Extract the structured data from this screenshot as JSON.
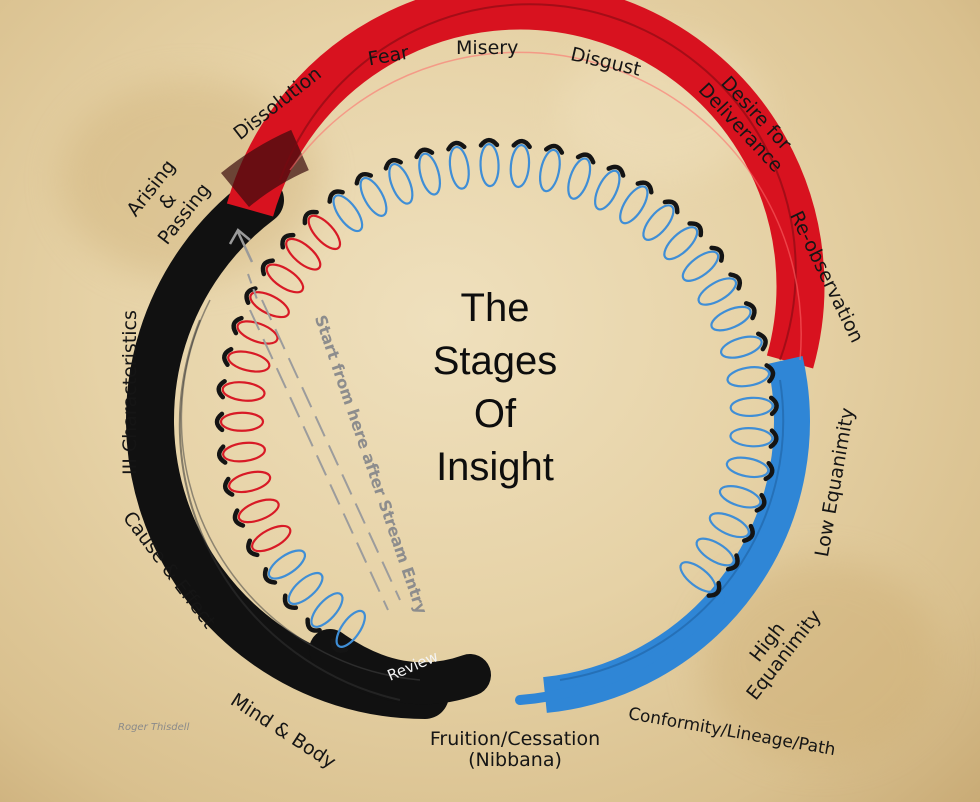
{
  "title_lines": [
    "The",
    "Stages",
    "Of",
    "Insight"
  ],
  "stages": {
    "mind_body": "Mind & Body",
    "cause_effect": "Cause & Effect",
    "three_characteristics": "III Characteristics",
    "arising_passing": [
      "Arising",
      "&",
      "Passing"
    ],
    "dissolution": "Dissolution",
    "fear": "Fear",
    "misery": "Misery",
    "disgust": "Disgust",
    "desire_deliverance": [
      "Desire for",
      "Deliverance"
    ],
    "re_observation": "Re-observation",
    "low_equanimity": "Low Equanimity",
    "high_equanimity": [
      "High",
      "Equanimity"
    ],
    "conformity": "Conformity/Lineage/Path",
    "fruition": [
      "Fruition/Cessation",
      "(Nibbana)"
    ]
  },
  "review_label": "Review",
  "start_note": "Start from here after Stream Entry",
  "credit": "Roger Thisdell",
  "colors": {
    "black_phase": "#111111",
    "red_phase": "#d8121f",
    "blue_phase": "#2f86d6",
    "coil_black": "#141414",
    "coil_red": "#d81a26",
    "coil_blue": "#3f8ed6",
    "background": "#e6d2a6"
  }
}
